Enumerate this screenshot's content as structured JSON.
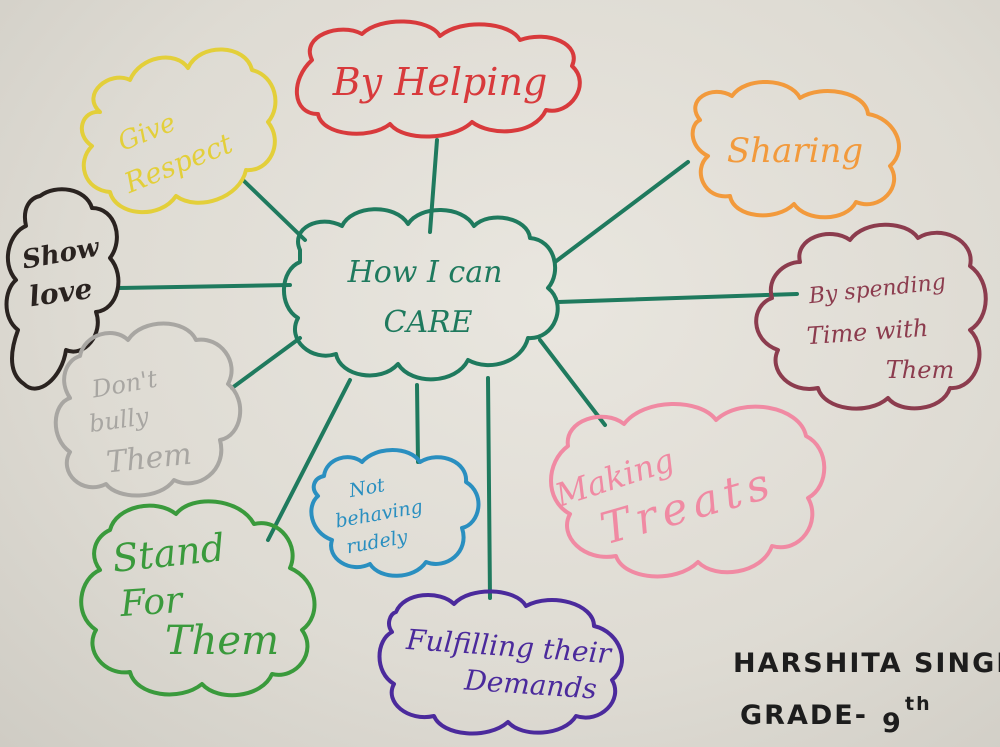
{
  "center": {
    "line1": "How I can",
    "line2": "CARE",
    "color": "#1f7a5e"
  },
  "nodes": [
    {
      "id": "by-helping",
      "lines": [
        "By Helping"
      ],
      "color": "#d83a3c"
    },
    {
      "id": "give-respect",
      "lines": [
        "Give",
        "Respect"
      ],
      "color": "#e3cf3a"
    },
    {
      "id": "sharing",
      "lines": [
        "Sharing"
      ],
      "color": "#f29a3c"
    },
    {
      "id": "show-love",
      "lines": [
        "Show",
        "love"
      ],
      "color": "#2a2320"
    },
    {
      "id": "by-spending-time",
      "lines": [
        "By spending",
        "Time with",
        "Them"
      ],
      "color": "#8c3c4e"
    },
    {
      "id": "dont-bully",
      "lines": [
        "Don't",
        "bully",
        "Them"
      ],
      "color": "#a8a6a2"
    },
    {
      "id": "making-treats",
      "lines": [
        "Making",
        "Treats"
      ],
      "color": "#f08aa3"
    },
    {
      "id": "not-behaving-rudely",
      "lines": [
        "Not",
        "behaving",
        "rudely"
      ],
      "color": "#2a8fc0"
    },
    {
      "id": "stand-for-them",
      "lines": [
        "Stand",
        "For",
        "Them"
      ],
      "color": "#3a9a3c"
    },
    {
      "id": "fulfilling-demands",
      "lines": [
        "Fulfilling their",
        "Demands"
      ],
      "color": "#4b2a9c"
    }
  ],
  "signature": {
    "name": "HARSHITA SINGH",
    "grade_prefix": "GRADE-",
    "grade_number": "9",
    "grade_suffix": "th"
  }
}
